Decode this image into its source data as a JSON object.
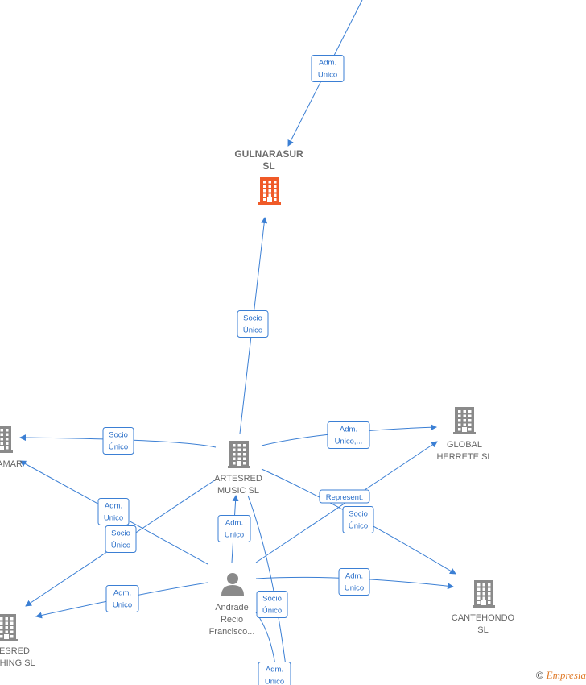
{
  "colors": {
    "edge": "#3b7fd4",
    "focus_company": "#f05a28",
    "company": "#8a8a8a",
    "person": "#8a8a8a"
  },
  "nodes": {
    "gulnarasur": {
      "lines": [
        "GULNARASUR",
        "SL"
      ],
      "icon": "building-icon",
      "highlight": true
    },
    "artesred_music": {
      "lines": [
        "ARTESRED",
        "MUSIC  SL"
      ],
      "icon": "building-icon"
    },
    "global_herrete": {
      "lines": [
        "GLOBAL",
        "HERRETE  SL"
      ],
      "icon": "building-icon"
    },
    "cantehondo": {
      "lines": [
        "CANTEHONDO",
        "SL"
      ],
      "icon": "building-icon"
    },
    "left_top_company": {
      "lines": [
        "AMAR"
      ],
      "icon": "building-icon"
    },
    "left_bottom_company": {
      "lines": [
        "ESRED",
        "SHING  SL"
      ],
      "icon": "building-icon"
    },
    "andrade": {
      "lines": [
        "Andrade",
        "Recio",
        "Francisco..."
      ],
      "icon": "person-icon"
    }
  },
  "edge_labels": {
    "adm_unico_top": [
      "Adm.",
      "Unico"
    ],
    "socio_unico_gulnarasur": [
      "Socio",
      "Único"
    ],
    "socio_unico_amar": [
      "Socio",
      "Único"
    ],
    "adm_unico_global": [
      "Adm.",
      "Unico,..."
    ],
    "adm_unico_amar": [
      "Adm.",
      "Unico"
    ],
    "socio_unico_lb": [
      "Socio",
      "Único"
    ],
    "adm_unico_andrade_artesred": [
      "Adm.",
      "Unico"
    ],
    "represent": [
      "Represent."
    ],
    "socio_unico_cantehondo": [
      "Socio",
      "Único"
    ],
    "adm_unico_cantehondo": [
      "Adm.",
      "Unico"
    ],
    "adm_unico_lb": [
      "Adm.",
      "Unico"
    ],
    "socio_unico_bottom": [
      "Socio",
      "Único"
    ],
    "adm_unico_bottom": [
      "Adm.",
      "Unico"
    ]
  },
  "watermark": {
    "symbol": "©",
    "brand": "Empresia"
  }
}
